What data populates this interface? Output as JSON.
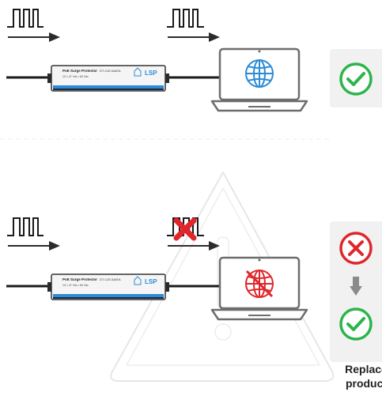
{
  "colors": {
    "line": "#1a1a1a",
    "arrow": "#2b2b2b",
    "accent_blue": "#2a8bd6",
    "device_dark": "#1f2a44",
    "ok_green": "#2bb54a",
    "bad_red": "#e0262a",
    "panel_bg": "#f1f1f1",
    "laptop_gray": "#6d6d6d",
    "bg": "#ffffff"
  },
  "icons": {
    "ok": "checkmark-circle-icon",
    "bad": "x-circle-icon",
    "down": "arrow-down-icon",
    "globe": "globe-icon",
    "globe_broken": "globe-disabled-icon",
    "warning_bg": "warning-triangle-watermark"
  },
  "device": {
    "title": "PoE Surge Protector",
    "spec": "1G • 47 Vdc • 60 Vdc",
    "model": "DT-CAT-6A/EA",
    "brand": "LSP"
  },
  "caption": {
    "line1": "Replace",
    "line2": "product"
  }
}
